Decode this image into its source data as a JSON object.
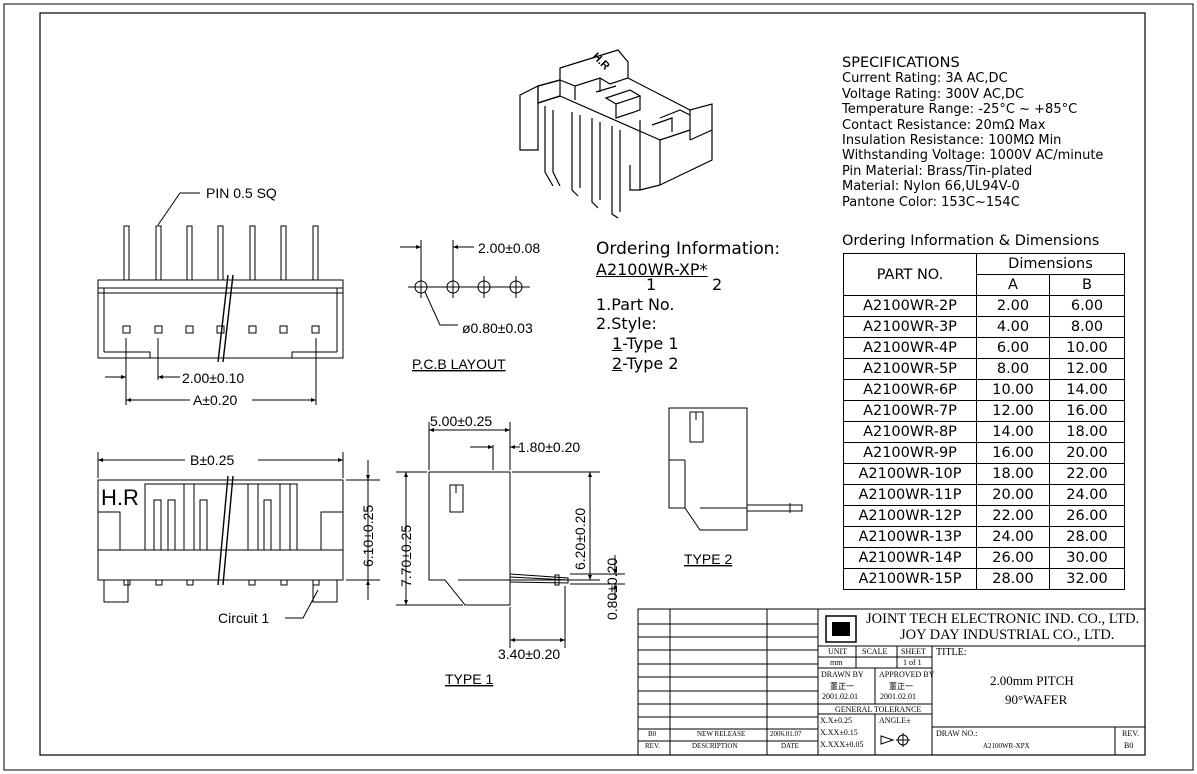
{
  "specifications": {
    "title": "SPECIFICATIONS",
    "lines": [
      "Current Rating: 3A AC,DC",
      "Voltage Rating: 300V AC,DC",
      "Temperature Range: -25°C ~ +85°C",
      "Contact Resistance: 20mΩ Max",
      "Insulation Resistance: 100MΩ Min",
      "Withstanding Voltage: 1000V AC/minute",
      "Pin Material: Brass/Tin-plated",
      "Material: Nylon 66,UL94V-0",
      "Pantone Color: 153C~154C"
    ]
  },
  "ordering_table": {
    "title": "Ordering Information & Dimensions",
    "part_header": "PART NO.",
    "dims_header": "Dimensions",
    "col_a": "A",
    "col_b": "B",
    "rows": [
      {
        "part": "A2100WR-2P",
        "a": "2.00",
        "b": "6.00"
      },
      {
        "part": "A2100WR-3P",
        "a": "4.00",
        "b": "8.00"
      },
      {
        "part": "A2100WR-4P",
        "a": "6.00",
        "b": "10.00"
      },
      {
        "part": "A2100WR-5P",
        "a": "8.00",
        "b": "12.00"
      },
      {
        "part": "A2100WR-6P",
        "a": "10.00",
        "b": "14.00"
      },
      {
        "part": "A2100WR-7P",
        "a": "12.00",
        "b": "16.00"
      },
      {
        "part": "A2100WR-8P",
        "a": "14.00",
        "b": "18.00"
      },
      {
        "part": "A2100WR-9P",
        "a": "16.00",
        "b": "20.00"
      },
      {
        "part": "A2100WR-10P",
        "a": "18.00",
        "b": "22.00"
      },
      {
        "part": "A2100WR-11P",
        "a": "20.00",
        "b": "24.00"
      },
      {
        "part": "A2100WR-12P",
        "a": "22.00",
        "b": "26.00"
      },
      {
        "part": "A2100WR-13P",
        "a": "24.00",
        "b": "28.00"
      },
      {
        "part": "A2100WR-14P",
        "a": "26.00",
        "b": "30.00"
      },
      {
        "part": "A2100WR-15P",
        "a": "28.00",
        "b": "32.00"
      }
    ]
  },
  "ordering_info": {
    "title": "Ordering Information:",
    "code": "A2100WR-XP",
    "star": "*",
    "idx1": "1",
    "idx2": "2",
    "line1": "1.Part No.",
    "line2": "2.Style:",
    "t1num": "1",
    "t1text": "-Type 1",
    "t2num": "2",
    "t2text": "-Type 2"
  },
  "labels": {
    "pin": "PIN 0.5 SQ",
    "pitch_top": "2.00±0.10",
    "a_dim": "A±0.20",
    "b_dim": "B±0.25",
    "h610": "6.10±0.25",
    "circuit": "Circuit 1",
    "hr_mark": "H.R",
    "pcb_pitch": "2.00±0.08",
    "pcb_hole": "ø0.80±0.03",
    "pcb_layout": "P.C.B LAYOUT",
    "d500": "5.00±0.25",
    "d180": "1.80±0.20",
    "d770": "7.70±0.25",
    "d620": "6.20±0.20",
    "d080": "0.80±0.20",
    "d340": "3.40±0.20",
    "type1": "TYPE 1",
    "type2": "TYPE 2",
    "iso_mark": "H.R"
  },
  "title_block": {
    "company1": "JOINT TECH ELECTRONIC IND. CO., LTD.",
    "company2": "JOY DAY INDUSTRIAL CO., LTD.",
    "unit_label": "UNIT",
    "scale_label": "SCALE",
    "sheet_label": "SHEET",
    "unit_value": "mm",
    "sheet_value": "1 of 1",
    "drawn_by": "DRAWN BY",
    "approved_by": "APPROVED BY",
    "drawn_name": "董正一",
    "approved_name": "董正一",
    "drawn_date": "2001.02.01",
    "approved_date": "2001.02.01",
    "gen_tol": "GENERAL TOLERANCE",
    "tol1": "X.X±0.25",
    "tol2": "X.XX±0.15",
    "tol3": "X.XXX±0.05",
    "angle": "ANGLE±",
    "title_label": "TITLE:",
    "title1": "2.00mm PITCH",
    "title2": "90°WAFER",
    "draw_no_label": "DRAW NO.:",
    "draw_no": "A2100WR-XPX",
    "rev_label": "REV.",
    "rev_value": "B0",
    "rev_entry": "B0",
    "desc_entry": "NEW RELEASE",
    "date_entry": "2006.01.07",
    "col_rev": "REV.",
    "col_desc": "DESCRIPTION",
    "col_date": "DATE"
  }
}
